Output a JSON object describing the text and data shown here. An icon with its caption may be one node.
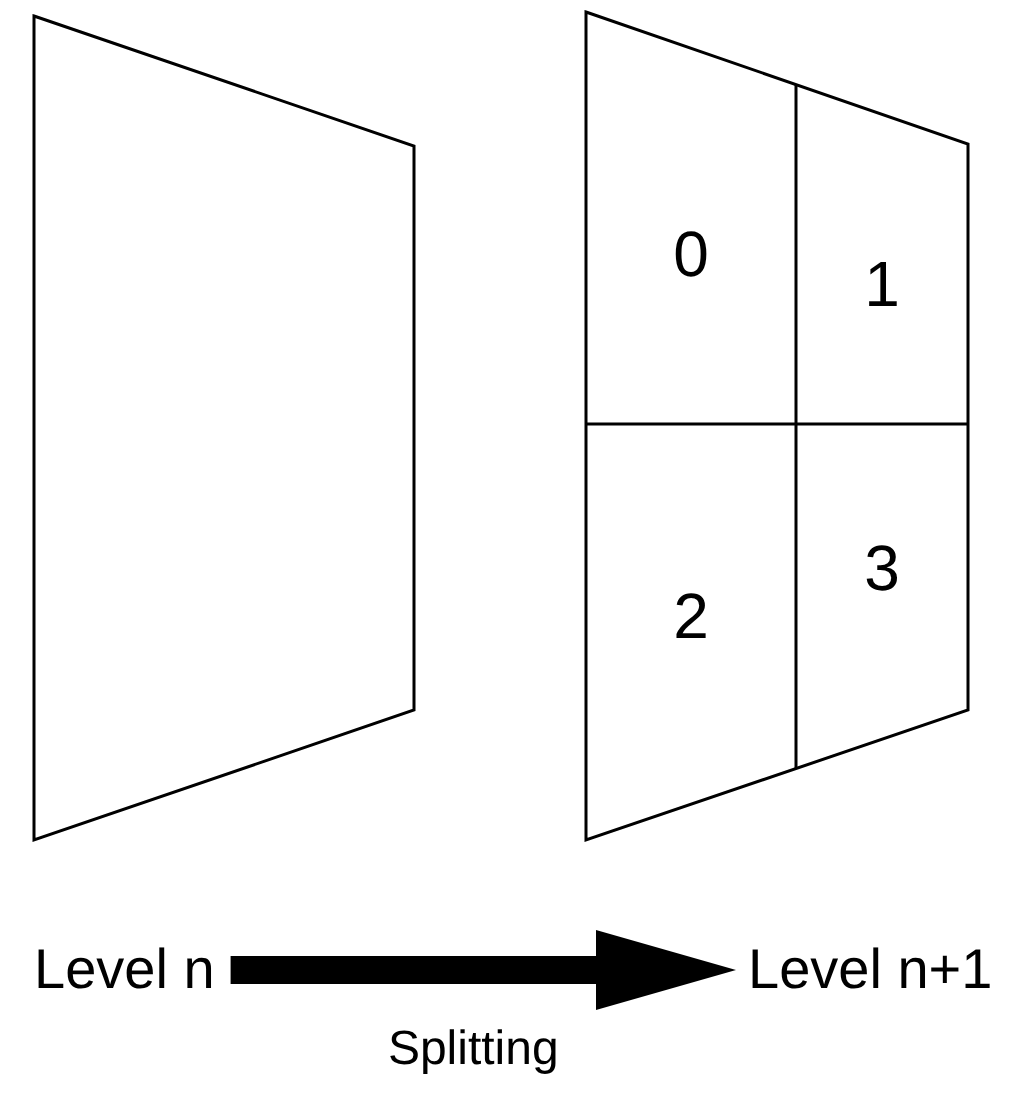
{
  "diagram": {
    "nodes": [
      {
        "text": [],
        "shape": "trapezoid"
      },
      {
        "text": [],
        "shape": "trapezoid"
      },
      {
        "text": [
          "0"
        ],
        "in": 1
      },
      {
        "text": [
          "1"
        ],
        "in": 1
      },
      {
        "text": [
          "2"
        ],
        "in": 1
      },
      {
        "text": [
          "3"
        ],
        "in": 1
      },
      {
        "text": [
          "Level n"
        ]
      },
      {
        "text": [
          "Level n+1"
        ]
      }
    ],
    "edges": [
      {
        "from": 6,
        "to": 7,
        "arrow": "to",
        "label": "Splitting"
      }
    ]
  }
}
